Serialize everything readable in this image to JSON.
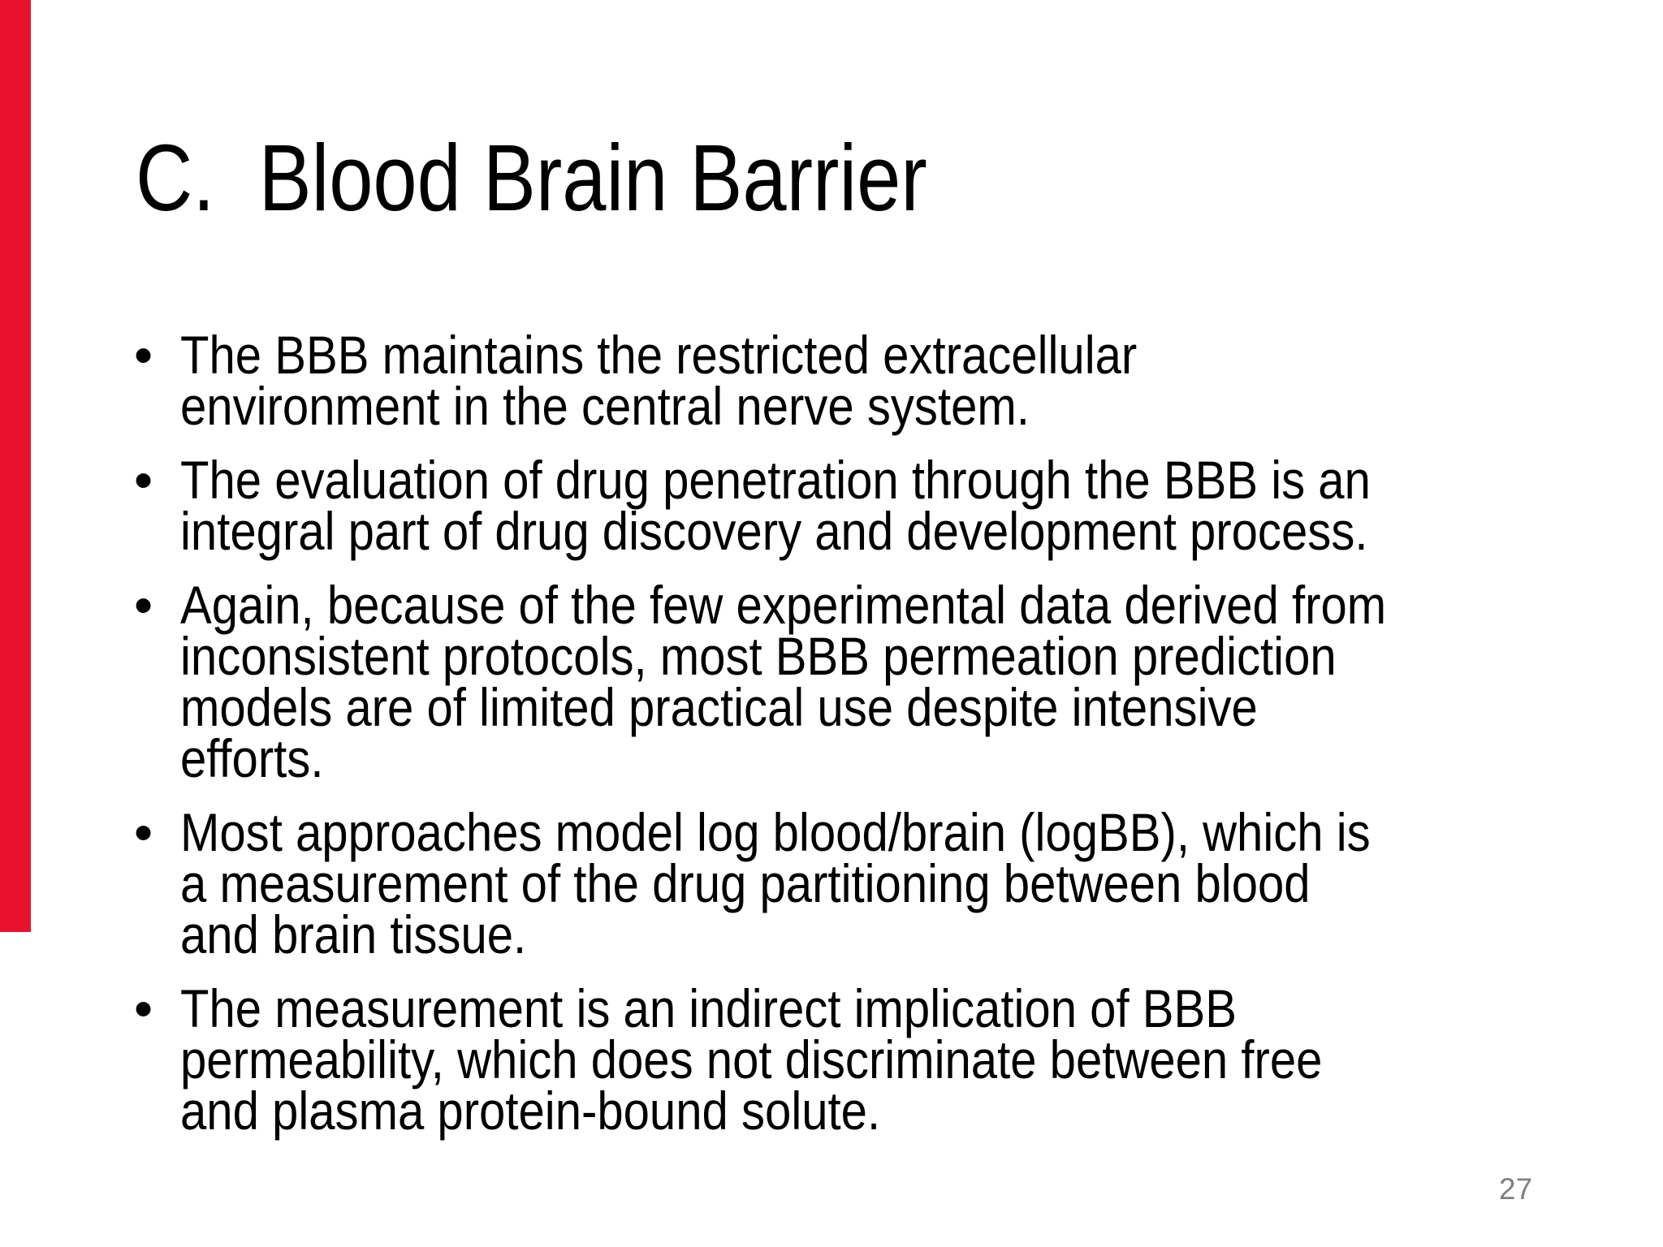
{
  "slide": {
    "title": "C.  Blood Brain Barrier",
    "bullet_marker": "•",
    "bullets": [
      "The BBB maintains the restricted extracellular\nenvironment in the central nerve system.",
      "The evaluation of drug penetration through the BBB is an\nintegral part of drug discovery and development process.",
      "Again, because of the few experimental data derived from\ninconsistent protocols, most BBB permeation prediction\nmodels are of limited practical use despite intensive\nefforts.",
      "Most approaches model log blood/brain (logBB), which is\na measurement of the drug partitioning between blood\nand brain tissue.",
      "The measurement is an indirect implication of BBB\npermeability, which does not discriminate between free\nand plasma protein-bound solute."
    ],
    "page_number": "27",
    "colors": {
      "background": "#ffffff",
      "text": "#000000",
      "accent_bar": "#e8112d",
      "page_number": "#7f7f7f"
    }
  }
}
